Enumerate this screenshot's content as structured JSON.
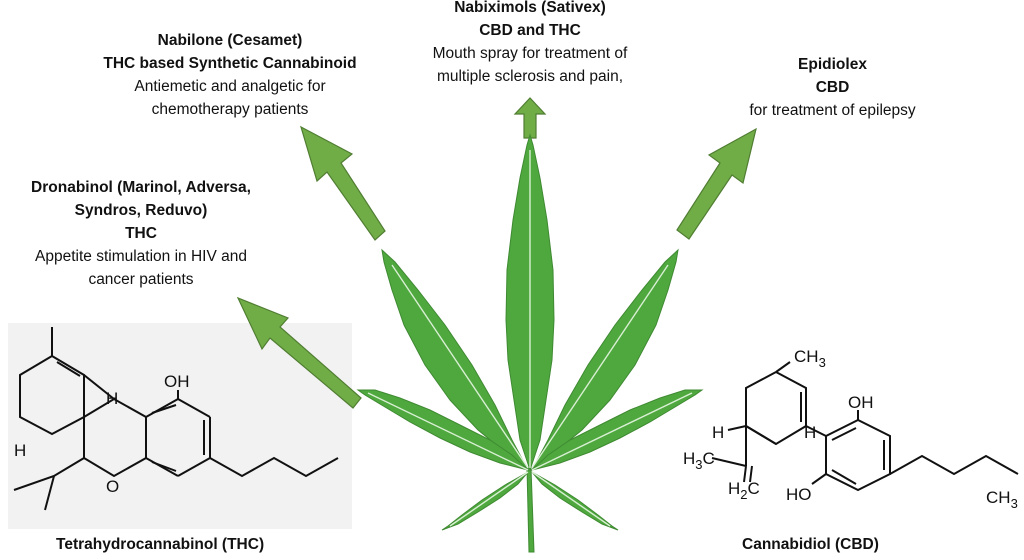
{
  "nabilone": {
    "name": "Nabilone (Cesamet)",
    "type": "THC based Synthetic Cannabinoid",
    "use_line1": "Antiemetic and analgetic for",
    "use_line2": "chemotherapy patients"
  },
  "nabiximols": {
    "name": "Nabiximols (Sativex)",
    "type": "CBD and THC",
    "use_line1": "Mouth spray for treatment of",
    "use_line2": "multiple sclerosis and pain,"
  },
  "epidiolex": {
    "name": "Epidiolex",
    "type": "CBD",
    "use_line1": "for treatment of epilepsy"
  },
  "dronabinol": {
    "name_line1": "Dronabinol (Marinol, Adversa,",
    "name_line2": "Syndros, Reduvo)",
    "type": "THC",
    "use_line1": "Appetite stimulation in HIV and",
    "use_line2": "cancer patients"
  },
  "thc": {
    "caption": "Tetrahydrocannabinol (THC)",
    "oh": "OH",
    "h1": "H",
    "h2": "H",
    "o": "O"
  },
  "cbd": {
    "caption": "Cannabidiol (CBD)",
    "ch3_top": "CH",
    "ch3_top_sub": "3",
    "oh1": "OH",
    "oh2": "HO",
    "h_left": "H",
    "h_right": "H",
    "h3c": "H",
    "h3c_sub": "3",
    "h3c_c": "C",
    "h2c": "H",
    "h2c_sub": "2",
    "h2c_c": "C",
    "ch3_tail": "CH",
    "ch3_tail_sub": "3"
  },
  "colors": {
    "leaf": "#4ea83e",
    "arrow_fill": "#70ad47",
    "arrow_stroke": "#507e32",
    "structure_bg": "#f2f2f2"
  }
}
